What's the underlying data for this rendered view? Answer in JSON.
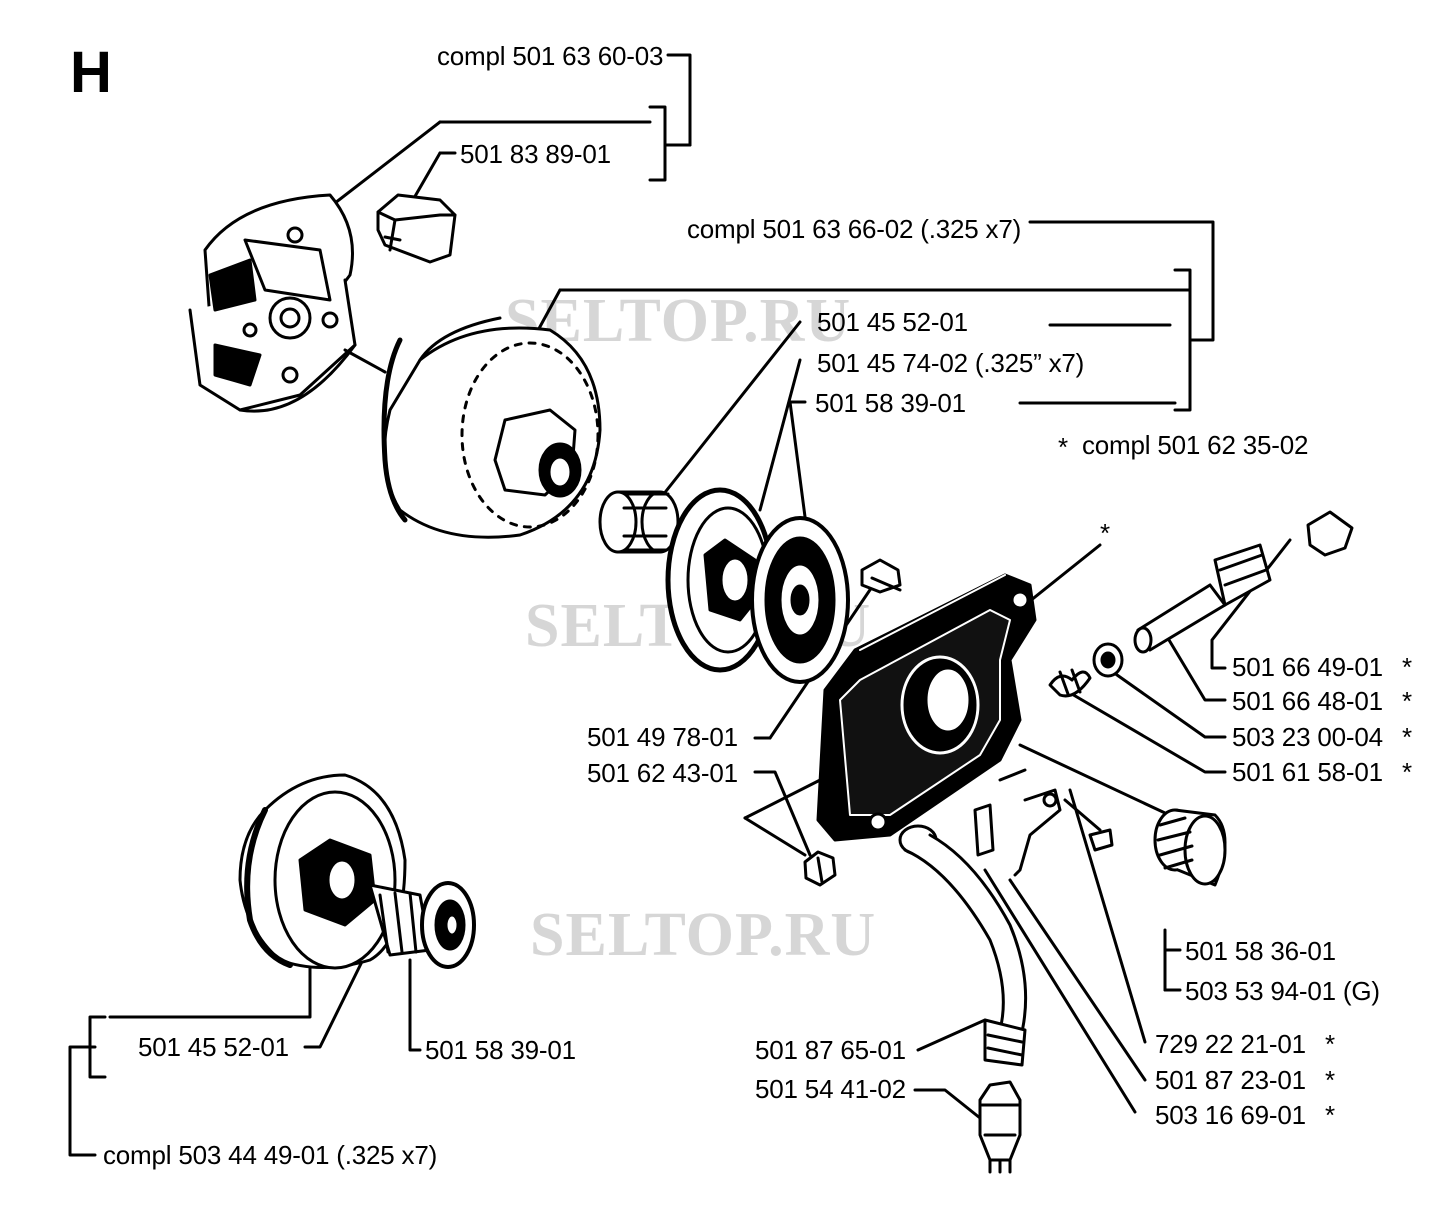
{
  "section_letter": "H",
  "watermark": "SELTOP.RU",
  "labels": {
    "clutch_compl": "compl 501 63 60-03",
    "clutch_shoe": "501 83 89-01",
    "drum_compl": "compl 501 63 66-02 (.325 x7)",
    "bearing_a": "501 45 52-01",
    "rim": "501 45 74-02 (.325” x7)",
    "washer_a": "501 58 39-01",
    "pump_compl": "compl 501 62 35-02",
    "asterisk": "*",
    "screw_a": "501 66 49-01",
    "shaft": "501 66 48-01",
    "spring_seat": "503 23 00-04",
    "spring": "501 61 58-01",
    "screw_b": "501 49 78-01",
    "nut": "501 62 43-01",
    "worm_a": "501 58 36-01",
    "worm_b": "503 53 94-01 (G)",
    "bearing_b": "501 45 52-01",
    "washer_b": "501 58 39-01",
    "hose": "501 87 65-01",
    "filter": "501 54 41-02",
    "screw_c": "729 22 21-01",
    "clip": "501 87 23-01",
    "seal": "503 16 69-01",
    "drum_compl_b": "compl 503 44 49-01 (.325 x7)"
  }
}
